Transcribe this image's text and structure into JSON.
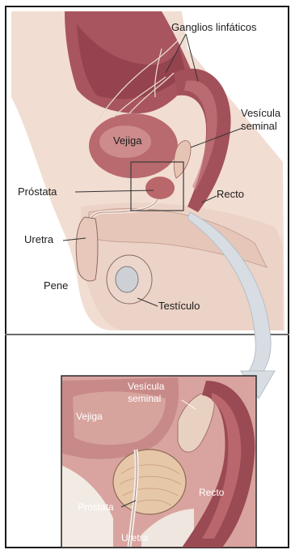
{
  "top": {
    "labels": {
      "ganglios": "Ganglios linfáticos",
      "vesicula_line1": "Vesícula",
      "vesicula_line2": "seminal",
      "vejiga": "Vejiga",
      "prostata": "Próstata",
      "recto": "Recto",
      "uretra": "Uretra",
      "pene": "Pene",
      "testiculo": "Testículo"
    }
  },
  "inset": {
    "labels": {
      "vesicula_line1": "Vesícula",
      "vesicula_line2": "seminal",
      "vejiga": "Vejiga",
      "recto": "Recto",
      "prostata": "Próstata",
      "uretra": "Uretra"
    }
  },
  "colors": {
    "organ_dark": "#9c4a4f",
    "organ_mid": "#c47a7b",
    "skin": "#f2ddd2",
    "skin_dark": "#e2bfb1",
    "inset_bg": "#d9a49f",
    "arrow": "#d7dde3"
  }
}
